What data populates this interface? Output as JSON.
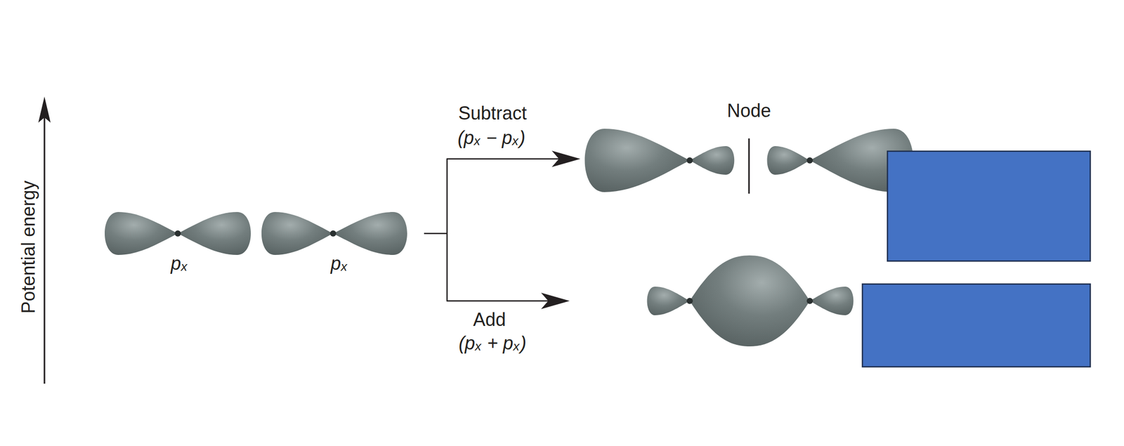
{
  "diagram": {
    "labels": [
      "Potential energy",
      "pₓ",
      "pₓ",
      "Subtract",
      "(pₓ − pₓ)",
      "Node",
      "Add",
      "(pₓ + pₓ)"
    ]
  }
}
